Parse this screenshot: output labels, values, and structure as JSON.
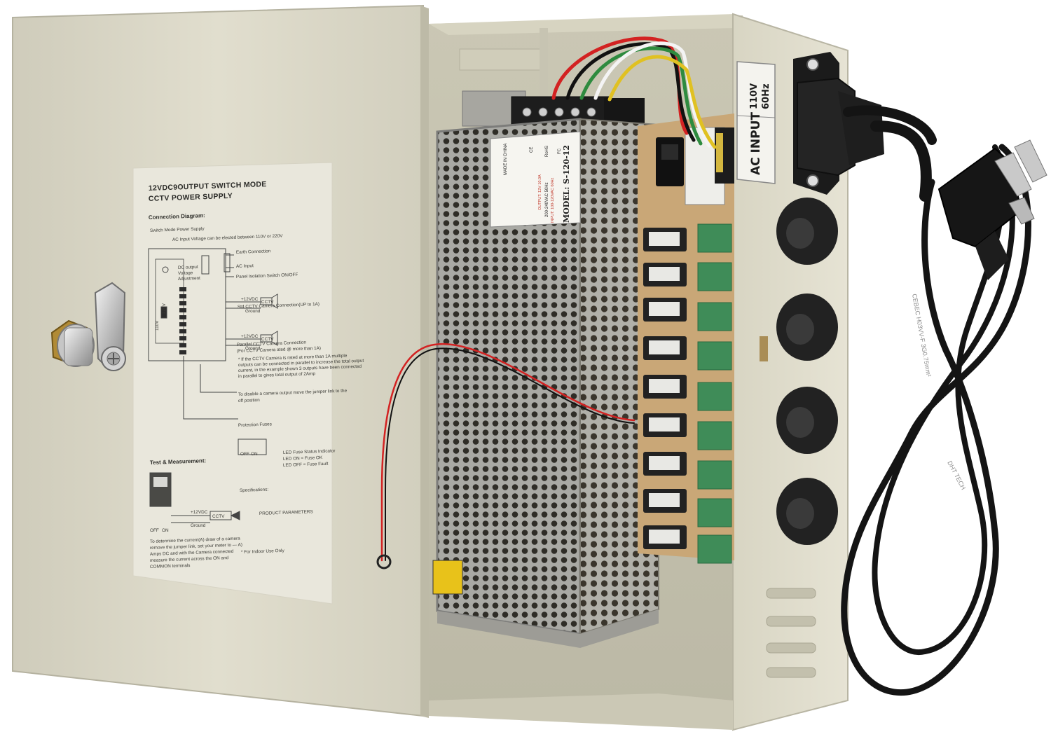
{
  "colors": {
    "enclosure": "#dcd9c8",
    "enclosure_shadow": "#c4c1ae",
    "door_panel": "#e2dfcf",
    "label_sheet": "#ecebe1",
    "psu_metal": "#b9b9b4",
    "board": "#cfae80",
    "terminal_green": "#3f8c58",
    "cord": "#131313"
  },
  "door": {
    "title": "12VDC9OUTPUT SWITCH MODE",
    "subtitle": "CCTV POWER SUPPLY",
    "connection_diagram": "Connection Diagram:",
    "switch_mode_psu": "Switch Mode Power Supply",
    "ac_input_voltage": "AC Input Voltage can be elected between 110V or 220V",
    "earth_connection": "Earth Connection",
    "ac_input": "AC Input",
    "dc_output": "DC output",
    "voltage": "Voltage",
    "adjustment": "Adjustment",
    "panel_isolation": "Panel Isolation Switch ON/OFF",
    "v220": "220V",
    "v110": "110V",
    "plus12vdc": "+12VDC",
    "ground": "Ground",
    "cctv": "CCTV",
    "std_connection": "Std CCTV Camera Connection(UP to 1A)",
    "parallel_connection": "Parallel CCTV Camera Connection",
    "parallel_note": "(For CCTV Camera ated @ more than 1A)",
    "parallel_desc_1": "* If the CCTV Camera is rated at more than 1A multiple",
    "parallel_desc_2": "outputs can be connected in parallel to increase the total output",
    "parallel_desc_3": "current, in the example shown 3 outputs have been connected",
    "parallel_desc_4": "in parallel to gives total output of 2Amp",
    "disable_1": "To disable a camera output move the jumper link to the",
    "disable_2": "off position",
    "protection_fuses": "Protection Fuses",
    "off": "OFF",
    "on": "ON",
    "led_status": "LED Fuse Status Indicator",
    "led_on": "LED ON  = Fuse OK",
    "led_off": "LED OFF = Fuse Fault",
    "test_measurement": "Test & Measurement:",
    "specifications": "Specifications:",
    "product_parameters": "PRODUCT PARAMETERS",
    "determine_1": "To determine the current(A) draw of a camera",
    "determine_2": "remove the jumper link, set your meter to — A)",
    "determine_3": "Amps DC and with the Camera connected",
    "determine_4": "measure the current across the ON and",
    "determine_5": "COMMON terminals",
    "indoor": "* For Indoor Use Only"
  },
  "psu_label": {
    "model": "MODEL: S-120-12",
    "input_1": "INPUT: 100-120VAC 60Hz",
    "input_2": "200-240VAC 50Hz",
    "output": "OUTPUT: 12V 10.0A",
    "made_in": "MADE IN CHINA",
    "rohs": "RoHS",
    "ce": "CE",
    "fc": "FC"
  },
  "side_panel": {
    "ac_input": "AC INPUT",
    "rating_v": "110V",
    "rating_hz": "60Hz"
  },
  "cord": {
    "print_1": "DHT TECH",
    "print_2": "CEBEC H03VV-F 3G0.75mm²"
  }
}
